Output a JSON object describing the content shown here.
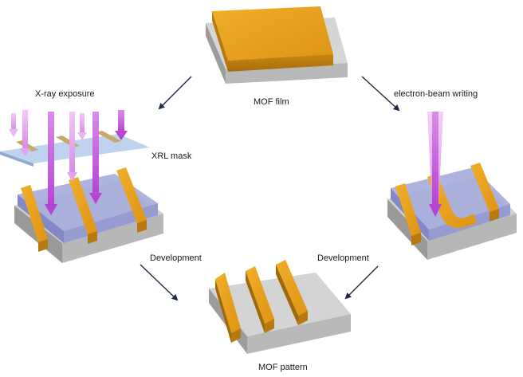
{
  "labels": {
    "mof_film": "MOF film",
    "xray_exposure": "X-ray exposure",
    "xrl_mask": "XRL mask",
    "ebeam_writing": "electron-beam writing",
    "development_left": "Development",
    "development_right": "Development",
    "mof_pattern": "MOF pattern"
  },
  "colors": {
    "mof_orange": "#e8a21c",
    "substrate_gray": "#c8c8c8",
    "resist_blue": "#9fa6d9",
    "beam_magenta": "#c04fd8",
    "arrow_dark": "#1f2a44"
  }
}
